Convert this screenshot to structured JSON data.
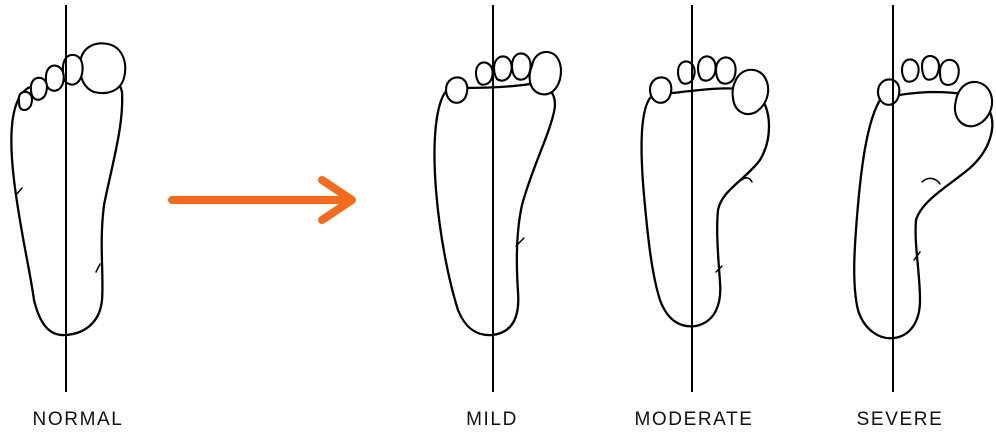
{
  "diagram": {
    "labels": {
      "normal": "NORMAL",
      "mild": "MILD",
      "moderate": "MODERATE",
      "severe": "SEVERE"
    },
    "arrow_color": "#F26B1F",
    "line_color": "#000000"
  }
}
